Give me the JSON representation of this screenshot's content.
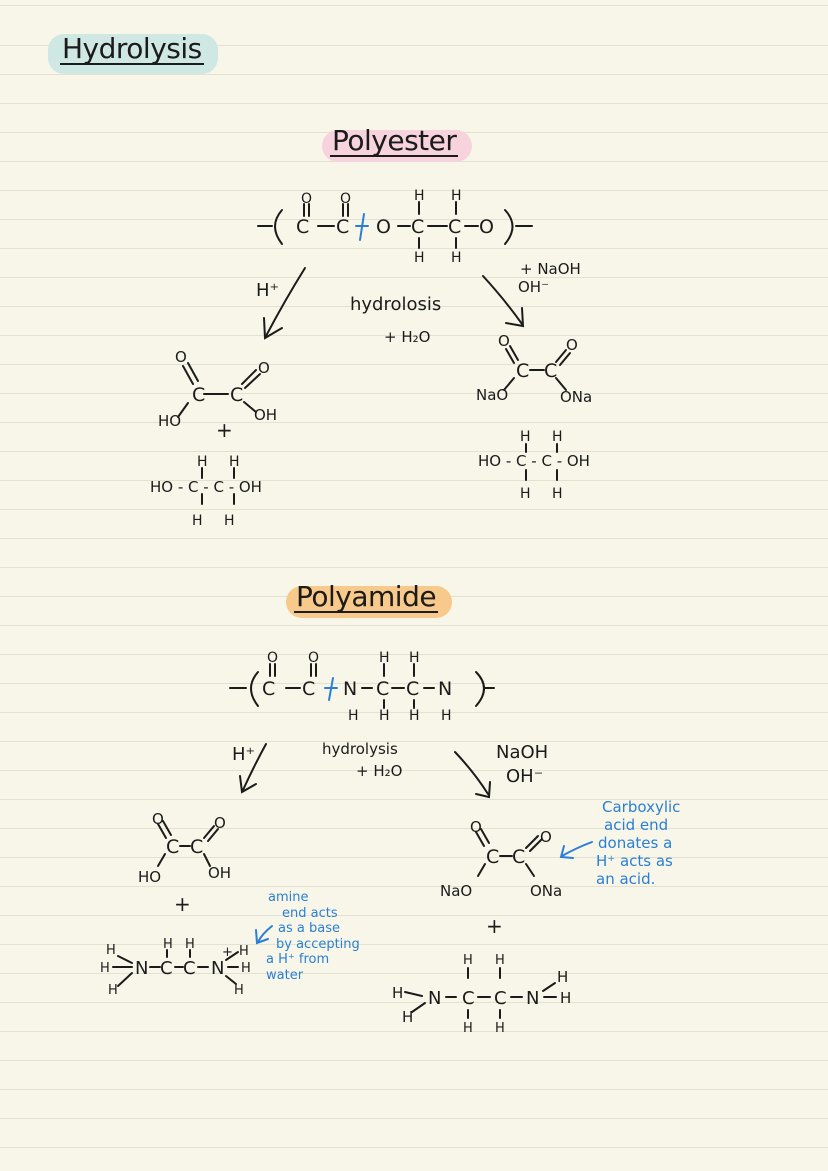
{
  "title": "Hydrolysis",
  "colors": {
    "title_highlight": "#cfe8e4",
    "polyester_highlight": "#f7d3dd",
    "polyamide_highlight": "#f7c98a",
    "ink": "#1b1b1b",
    "annotation": "#2a7fd4",
    "paper": "#f8f6e8"
  },
  "polyester": {
    "heading": "Polyester",
    "acid_condition": "H⁺",
    "process": "hydrolosis",
    "water": "+ H₂O",
    "base_condition": "+ NaOH",
    "base_ion": "OH⁻",
    "plus": "+",
    "ho": "HO",
    "oh": "OH",
    "nao": "NaO",
    "ona": "ONa",
    "diol": "HO - C - C - OH"
  },
  "polyamide": {
    "heading": "Polyamide",
    "acid_condition": "H⁺",
    "process": "hydrolysis",
    "water": "+ H₂O",
    "base_condition": "NaOH",
    "base_ion": "OH⁻",
    "plus": "+",
    "ho": "HO",
    "oh": "OH",
    "nao": "NaO",
    "ona": "ONa",
    "amine_note": [
      "amine",
      "end acts",
      "as a base",
      "by accepting",
      "a H⁺ from",
      "water"
    ],
    "acid_note": [
      "Carboxylic",
      "acid end",
      "donates a",
      "H⁺ acts as",
      "an acid."
    ]
  }
}
